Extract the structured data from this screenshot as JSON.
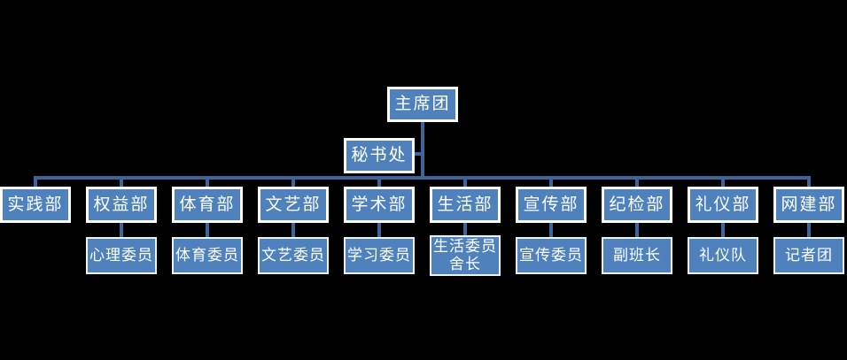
{
  "org_chart": {
    "root": {
      "label": "主席团"
    },
    "secretariat": {
      "label": "秘书处"
    },
    "departments": [
      {
        "label": "实践部"
      },
      {
        "label": "权益部",
        "child": "心理委员"
      },
      {
        "label": "体育部",
        "child": "体育委员"
      },
      {
        "label": "文艺部",
        "child": "文艺委员"
      },
      {
        "label": "学术部",
        "child": "学习委员"
      },
      {
        "label": "生活部",
        "child": "生活委员\n舍长"
      },
      {
        "label": "宣传部",
        "child": "宣传委员"
      },
      {
        "label": "纪检部",
        "child": "副班长"
      },
      {
        "label": "礼仪部",
        "child": "礼仪队"
      },
      {
        "label": "网建部",
        "child": "记者团"
      }
    ],
    "colors": {
      "node_fill": "#4f81bd",
      "node_border": "#ffffff",
      "connector": "#3e649c",
      "text": "#ffffff",
      "background": "#000000"
    }
  }
}
